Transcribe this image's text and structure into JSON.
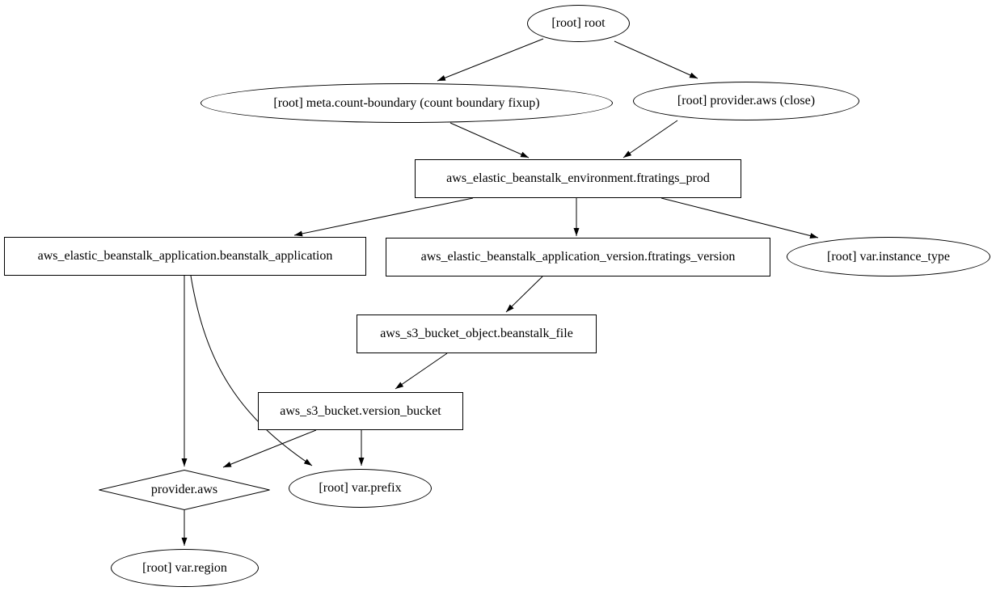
{
  "diagram": {
    "kind": "dependency-graph",
    "background_color": "#ffffff",
    "node_fill_color": "#ffffff",
    "node_border_color": "#000000",
    "edge_color": "#000000",
    "text_color": "#000000",
    "nodes": [
      {
        "id": "root",
        "label": "[root] root",
        "shape": "ellipse"
      },
      {
        "id": "meta_count_boundary",
        "label": "[root] meta.count-boundary (count boundary fixup)",
        "shape": "ellipse"
      },
      {
        "id": "provider_aws_close",
        "label": "[root] provider.aws (close)",
        "shape": "ellipse"
      },
      {
        "id": "beanstalk_environment",
        "label": "aws_elastic_beanstalk_environment.ftratings_prod",
        "shape": "box"
      },
      {
        "id": "beanstalk_application",
        "label": "aws_elastic_beanstalk_application.beanstalk_application",
        "shape": "box"
      },
      {
        "id": "beanstalk_application_version",
        "label": "aws_elastic_beanstalk_application_version.ftratings_version",
        "shape": "box"
      },
      {
        "id": "var_instance_type",
        "label": "[root] var.instance_type",
        "shape": "ellipse"
      },
      {
        "id": "s3_bucket_object",
        "label": "aws_s3_bucket_object.beanstalk_file",
        "shape": "box"
      },
      {
        "id": "s3_bucket",
        "label": "aws_s3_bucket.version_bucket",
        "shape": "box"
      },
      {
        "id": "provider_aws",
        "label": "provider.aws",
        "shape": "diamond"
      },
      {
        "id": "var_prefix",
        "label": "[root] var.prefix",
        "shape": "ellipse"
      },
      {
        "id": "var_region",
        "label": "[root] var.region",
        "shape": "ellipse"
      }
    ],
    "edges": [
      {
        "from": "root",
        "to": "meta_count_boundary"
      },
      {
        "from": "root",
        "to": "provider_aws_close"
      },
      {
        "from": "meta_count_boundary",
        "to": "beanstalk_environment"
      },
      {
        "from": "provider_aws_close",
        "to": "beanstalk_environment"
      },
      {
        "from": "beanstalk_environment",
        "to": "beanstalk_application"
      },
      {
        "from": "beanstalk_environment",
        "to": "beanstalk_application_version"
      },
      {
        "from": "beanstalk_environment",
        "to": "var_instance_type"
      },
      {
        "from": "beanstalk_application_version",
        "to": "s3_bucket_object"
      },
      {
        "from": "s3_bucket_object",
        "to": "s3_bucket"
      },
      {
        "from": "beanstalk_application",
        "to": "provider_aws"
      },
      {
        "from": "beanstalk_application",
        "to": "var_prefix"
      },
      {
        "from": "s3_bucket",
        "to": "provider_aws"
      },
      {
        "from": "s3_bucket",
        "to": "var_prefix"
      },
      {
        "from": "provider_aws",
        "to": "var_region"
      }
    ]
  }
}
